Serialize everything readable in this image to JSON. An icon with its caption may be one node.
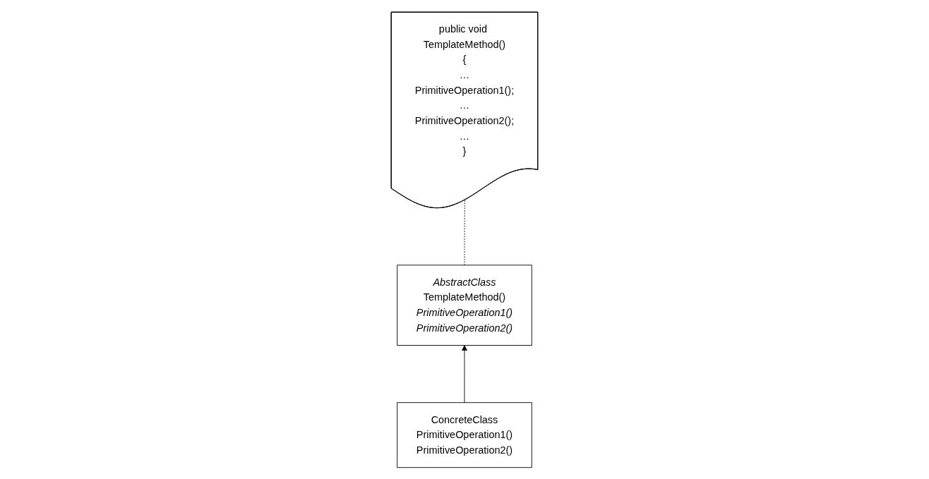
{
  "diagram": {
    "nodes": [
      {
        "text": [
          "AbstractClass",
          "TemplateMethod()",
          "PrimitiveOperation1()",
          "PrimitiveOperation2()"
        ]
      },
      {
        "text": [
          "public void TemplateMethod()",
          "{",
          "…",
          "PrimitiveOperation1();",
          "…",
          "PrimitiveOperation2();",
          "…",
          "}"
        ]
      },
      {
        "text": [
          "ConcreteClass",
          "PrimitiveOperation1()",
          "PrimitiveOperation2()"
        ]
      }
    ],
    "edges": [
      {
        "from": 2,
        "to": 0,
        "arrow": "to"
      },
      {
        "from": 0,
        "to": 1,
        "arrow": "none",
        "style": "dashed"
      }
    ]
  }
}
